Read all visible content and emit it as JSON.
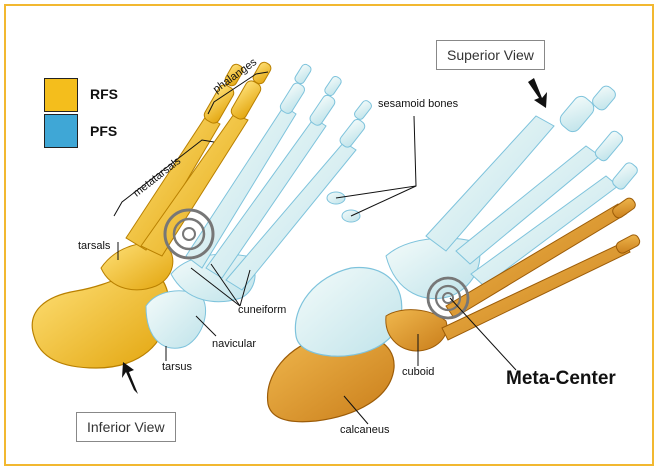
{
  "legend": [
    {
      "label": "RFS",
      "color": "#f4be1c"
    },
    {
      "label": "PFS",
      "color": "#3fa7d6"
    }
  ],
  "views": {
    "superior": "Superior View",
    "inferior": "Inferior View"
  },
  "labels": {
    "phalanges": "phalanges",
    "metatarsals": "metatarsals",
    "tarsals": "tarsals",
    "cuneiform": "cuneiform",
    "navicular": "navicular",
    "tarsus": "tarsus",
    "sesamoid_bones": "sesamoid bones",
    "cuboid": "cuboid",
    "calcaneus": "calcaneus"
  },
  "meta_center": "Meta-Center",
  "colors": {
    "frame": "#f2b830",
    "rfs_dark": "#d89a10",
    "pfs_light": "#dff1ef",
    "pfs_edge": "#7ec3dc",
    "calcaneus": "#e3a43d"
  }
}
